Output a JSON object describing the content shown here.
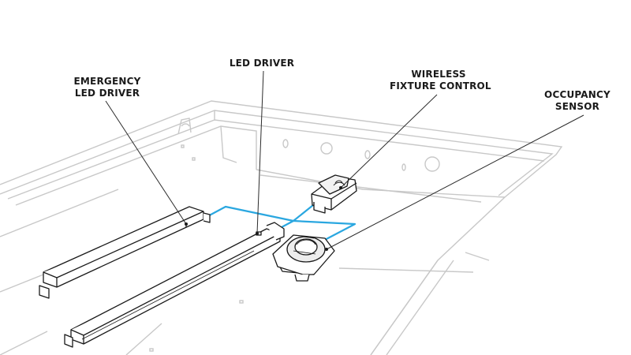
{
  "labels": {
    "emergency_driver": [
      "EMERGENCY",
      "LED DRIVER"
    ],
    "led_driver": [
      "LED DRIVER"
    ],
    "wireless_control": [
      "WIRELESS",
      "FIXTURE CONTROL"
    ],
    "occupancy_sensor": [
      "OCCUPANCY",
      "SENSOR"
    ]
  },
  "colors": {
    "wire": "#2aa7e0",
    "outline": "#1a1a1a",
    "fixture": "#c8c8c8",
    "leader": "#2b2b2b"
  }
}
